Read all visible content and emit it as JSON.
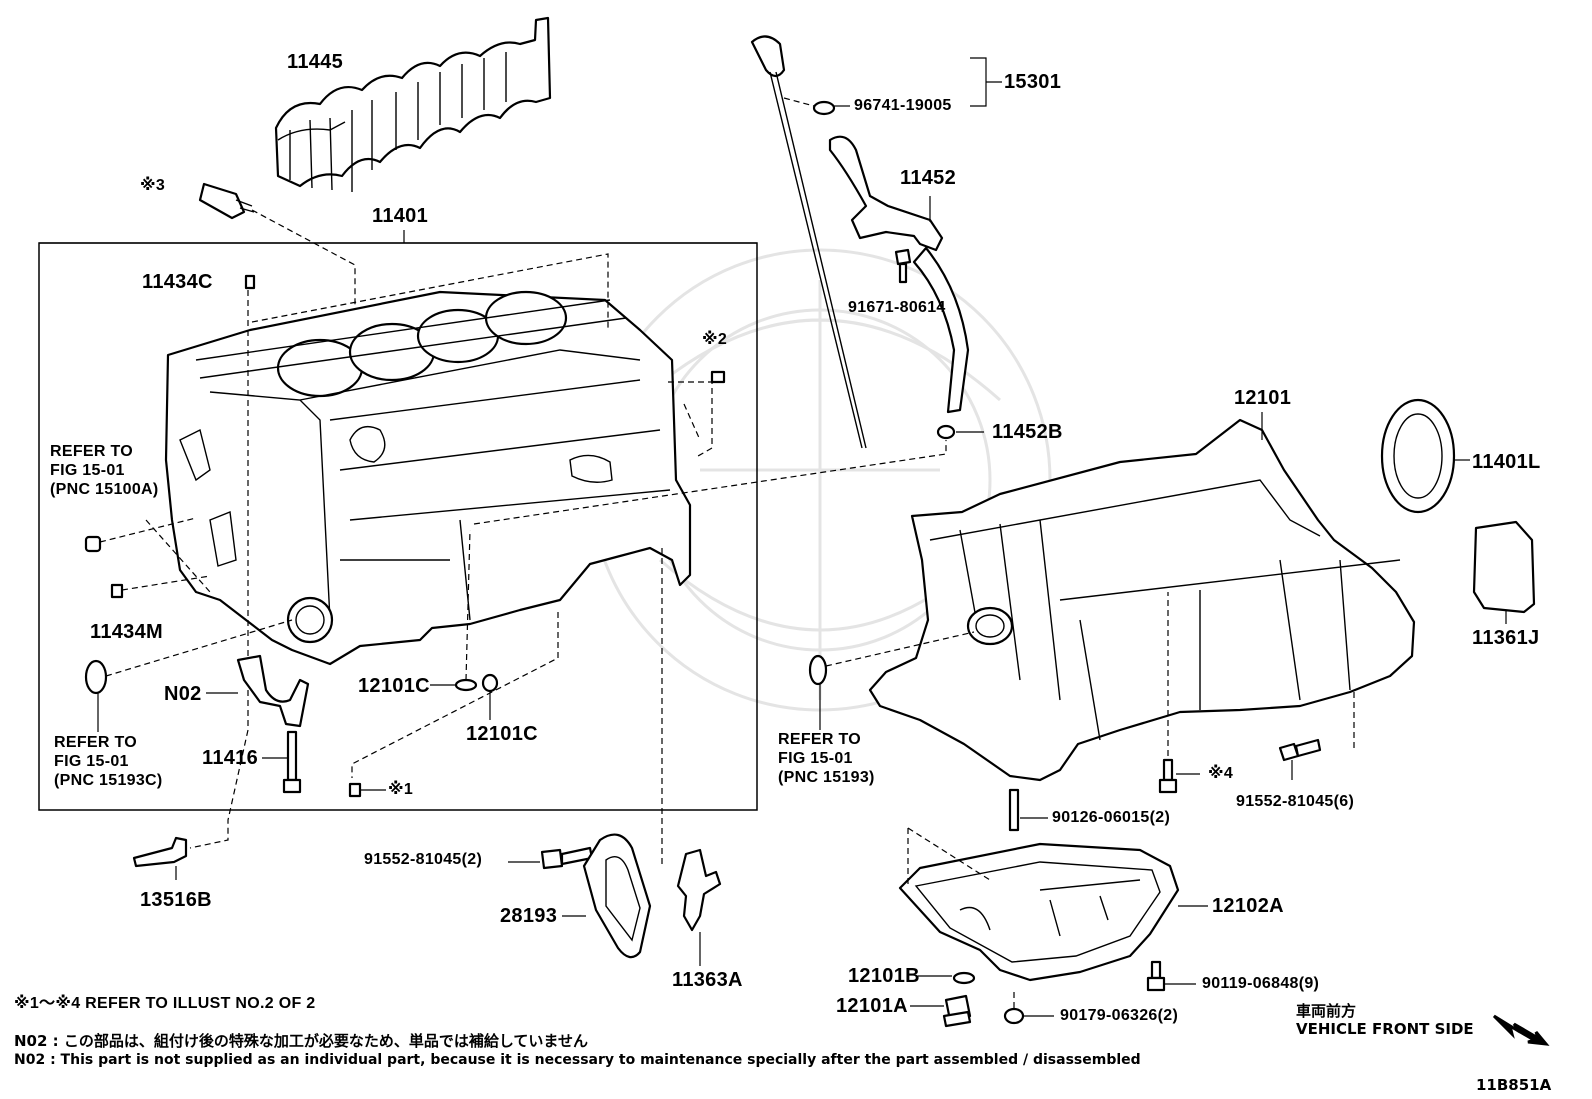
{
  "diagram": {
    "id": "11B851A",
    "labels": {
      "p11445": "11445",
      "p11401": "11401",
      "p11434c": "11434C",
      "note3": "※3",
      "note2": "※2",
      "refer1_l1": "REFER TO",
      "refer1_l2": "FIG 15-01",
      "refer1_l3": "(PNC 15100A)",
      "p11434m": "11434M",
      "refer2_l1": "REFER TO",
      "refer2_l2": "FIG 15-01",
      "refer2_l3": "(PNC 15193C)",
      "n02": "N02",
      "p11416": "11416",
      "p12101c_a": "12101C",
      "p12101c_b": "12101C",
      "note1": "※1",
      "p13516b": "13516B",
      "p91552_2": "91552-81045(2)",
      "p28193": "28193",
      "p11363a": "11363A",
      "p15301": "15301",
      "p96741": "96741-19005",
      "p11452": "11452",
      "p91671": "91671-80614",
      "p11452b": "11452B",
      "p12101": "12101",
      "p11401l": "11401L",
      "p11361j": "11361J",
      "refer3_l1": "REFER TO",
      "refer3_l2": "FIG 15-01",
      "refer3_l3": "(PNC 15193)",
      "note4": "※4",
      "p91552_6": "91552-81045(6)",
      "p90126": "90126-06015(2)",
      "p12102a": "12102A",
      "p12101b": "12101B",
      "p90119": "90119-06848(9)",
      "p12101a": "12101A",
      "p90179": "90179-06326(2)"
    },
    "footer": {
      "note_ref": "※1～※4 REFER TO ILLUST NO.2 OF 2",
      "n02_jp": "N02 : この部品は、組付け後の特殊な加工が必要なため、単品では補給していません",
      "n02_en": "N02 : This part is not supplied as an individual part, because it is necessary to maintenance specially after the part assembled / disassembled",
      "front_jp": "車両前方",
      "front_en": "VEHICLE FRONT SIDE"
    }
  }
}
